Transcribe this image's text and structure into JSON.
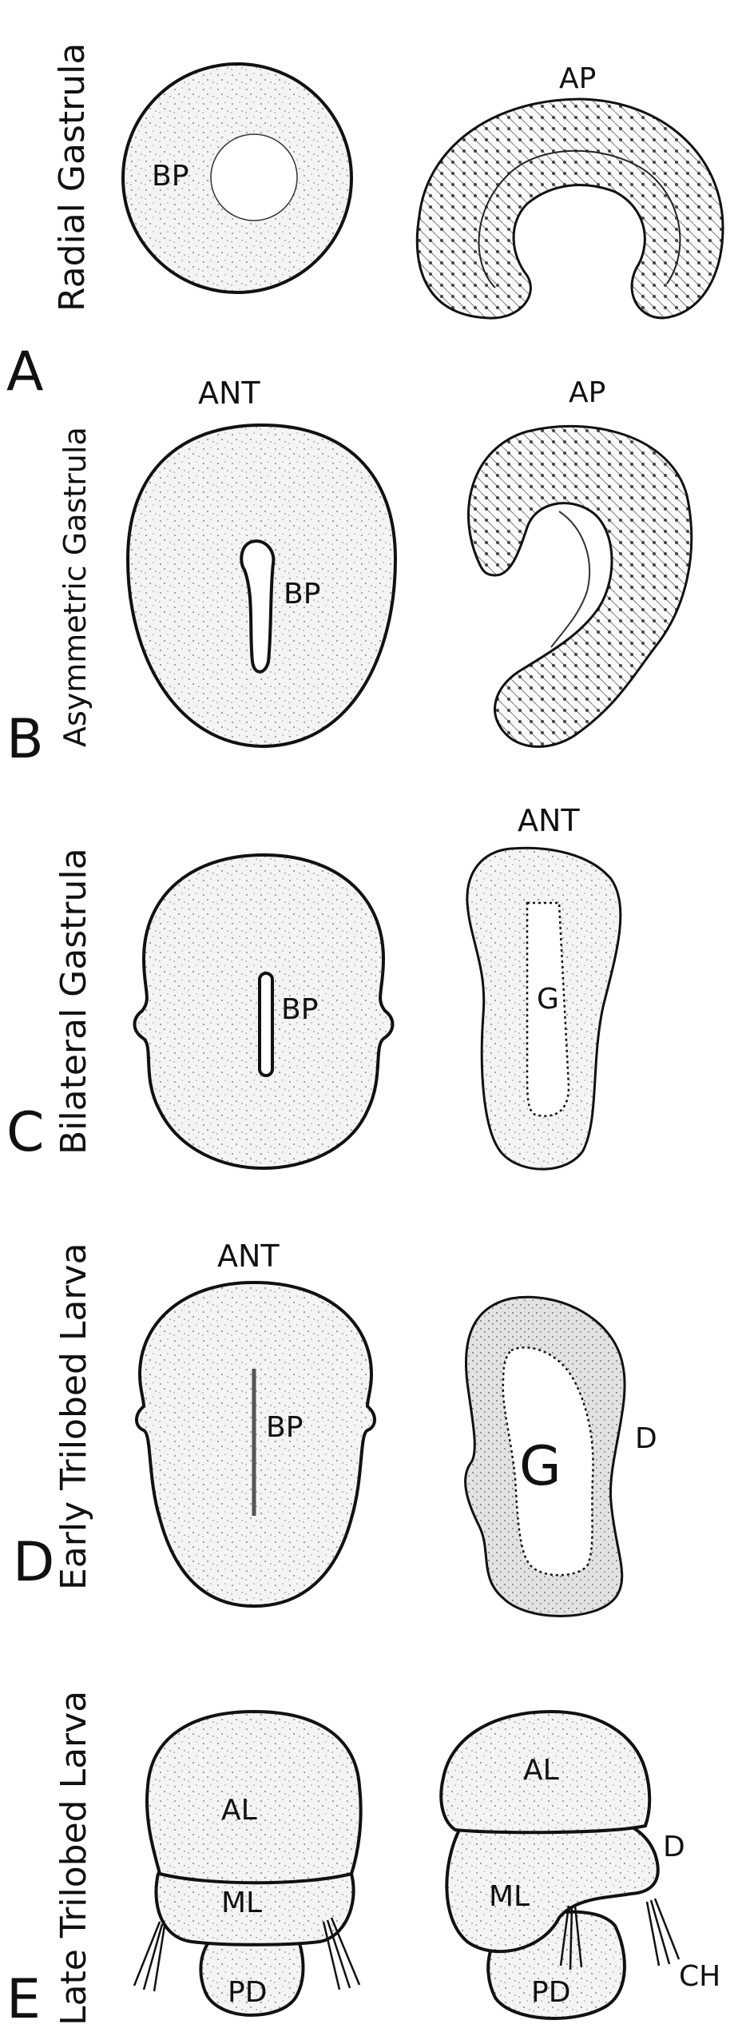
{
  "rows": [
    {
      "letter": "A",
      "title": "Radial Gastrula",
      "left_labels": [
        "BP"
      ],
      "right_labels": [
        "AP"
      ]
    },
    {
      "letter": "B",
      "title": "Asymmetric Gastrula",
      "left_labels": [
        "ANT",
        "BP"
      ],
      "right_labels": [
        "AP"
      ]
    },
    {
      "letter": "C",
      "title": "Bilateral Gastrula",
      "left_labels": [
        "BP"
      ],
      "right_labels": [
        "ANT",
        "G"
      ]
    },
    {
      "letter": "D",
      "title": "Early Trilobed Larva",
      "left_labels": [
        "ANT",
        "BP"
      ],
      "right_labels": [
        "G",
        "D"
      ]
    },
    {
      "letter": "E",
      "title": "Late Trilobed Larva",
      "left_labels": [
        "AL",
        "ML",
        "PD"
      ],
      "right_labels": [
        "AL",
        "D",
        "ML",
        "CH",
        "PD"
      ]
    }
  ]
}
